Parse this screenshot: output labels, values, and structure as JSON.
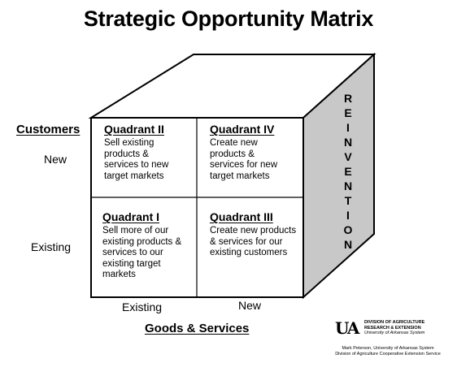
{
  "title": "Strategic Opportunity Matrix",
  "colors": {
    "side_face": "#c8c8c8",
    "top_face": "#ffffff",
    "line": "#000000"
  },
  "quadrants": {
    "q2": {
      "title": "Quadrant II",
      "body": "Sell existing products & services to new target markets"
    },
    "q4": {
      "title": "Quadrant IV",
      "body": "Create new products & services for new target markets"
    },
    "q1": {
      "title": "Quadrant I",
      "body": "Sell more of our existing products & services to our existing target markets"
    },
    "q3": {
      "title": "Quadrant III",
      "body": "Create new products & services for our existing customers"
    }
  },
  "y_axis": {
    "title": "Customers",
    "labels": [
      "New",
      "Existing"
    ]
  },
  "x_axis": {
    "title": "Goods & Services",
    "labels": [
      "Existing",
      "New"
    ]
  },
  "side_label": [
    "R",
    "E",
    "I",
    "N",
    "V",
    "E",
    "N",
    "T",
    "I",
    "O",
    "N"
  ],
  "logo": {
    "mark": "UA",
    "division_lines": [
      "DIVISION OF AGRICULTURE",
      "RESEARCH & EXTENSION",
      "University of Arkansas System"
    ],
    "credit_lines": [
      "Mark Peterson, University of Arkansas System",
      "Division of Agriculture Cooperative Extension Service"
    ]
  }
}
